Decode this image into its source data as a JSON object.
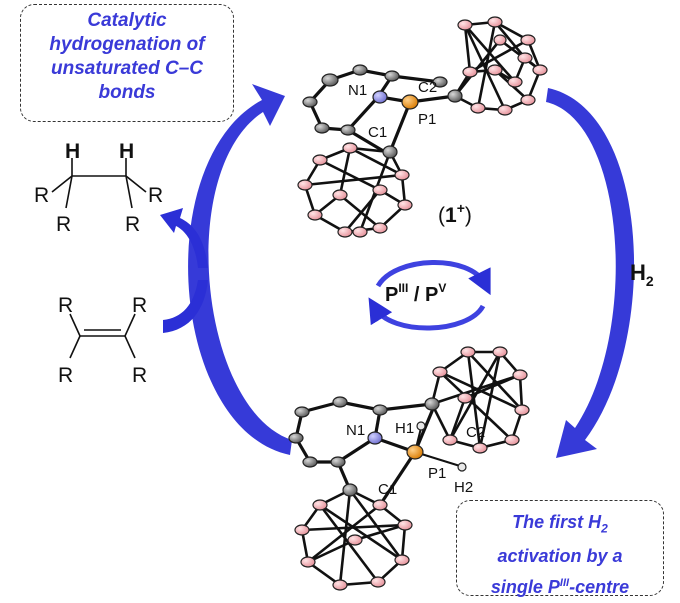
{
  "callout_top": {
    "lines": [
      "Catalytic",
      "hydrogenation of",
      "unsaturated C–C",
      "bonds"
    ]
  },
  "callout_bottom": {
    "line1_text": "The first H",
    "line1_sub": "2",
    "line2": "activation by a",
    "line3_text": "single P",
    "line3_sup": "III",
    "line3_suffix": "-centre"
  },
  "compound_label": {
    "open": "(",
    "number": "1",
    "charge": "+",
    "close": ")"
  },
  "reagent": {
    "text": "H",
    "sub": "2"
  },
  "redox_couple": {
    "p1": "P",
    "sup1": "III",
    "sep": " / ",
    "p2": "P",
    "sup2": "V"
  },
  "atoms_top": {
    "n1": "N1",
    "p1": "P1",
    "c1": "C1",
    "c2": "C2"
  },
  "atoms_bottom": {
    "n1": "N1",
    "h1": "H1",
    "c2": "C2",
    "p1": "P1",
    "c1": "C1",
    "h2": "H2"
  },
  "alkane": {
    "h_left": "H",
    "h_right": "H",
    "r": "R"
  },
  "alkene": {
    "r": "R"
  },
  "colors": {
    "arrow_blue": "#2b2fd6",
    "callout_text": "#3a3ad8",
    "phosphorus": "#e8900c",
    "nitrogen": "#8a8adc",
    "boron": "#f0b5b8"
  }
}
